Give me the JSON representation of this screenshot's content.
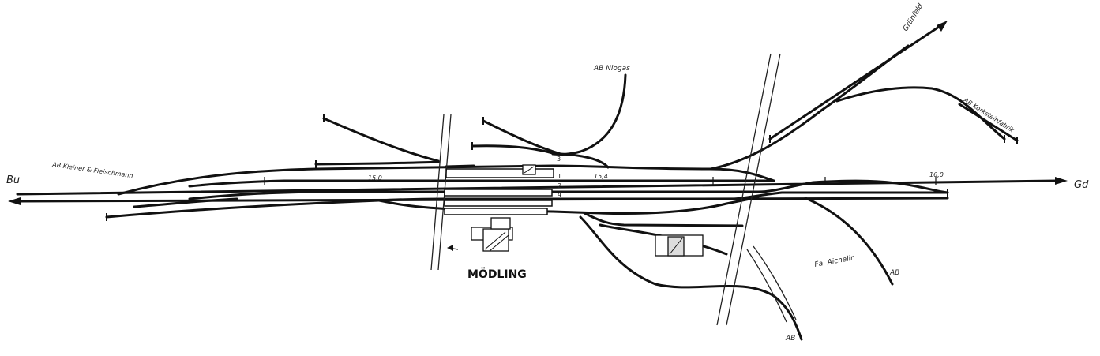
{
  "labels": {
    "left_terminus": "Bu",
    "right_terminus": "Gd",
    "station_name": "MÖDLING",
    "siding_kleiner": "AB Kleiner & Fleischmann",
    "siding_niogas": "AB Niogas",
    "line_gruenfeld": "Grünfeld",
    "siding_korkstein": "AB Korksteinfabrik",
    "siding_aichelin": "Fa. Aichelin",
    "siding_ab_right": "AB",
    "siding_ab_bottom": "AB"
  },
  "track_numbers": [
    "3",
    "1",
    "2",
    "4"
  ],
  "km_posts": [
    "15,0",
    "15,4",
    "16,0"
  ]
}
